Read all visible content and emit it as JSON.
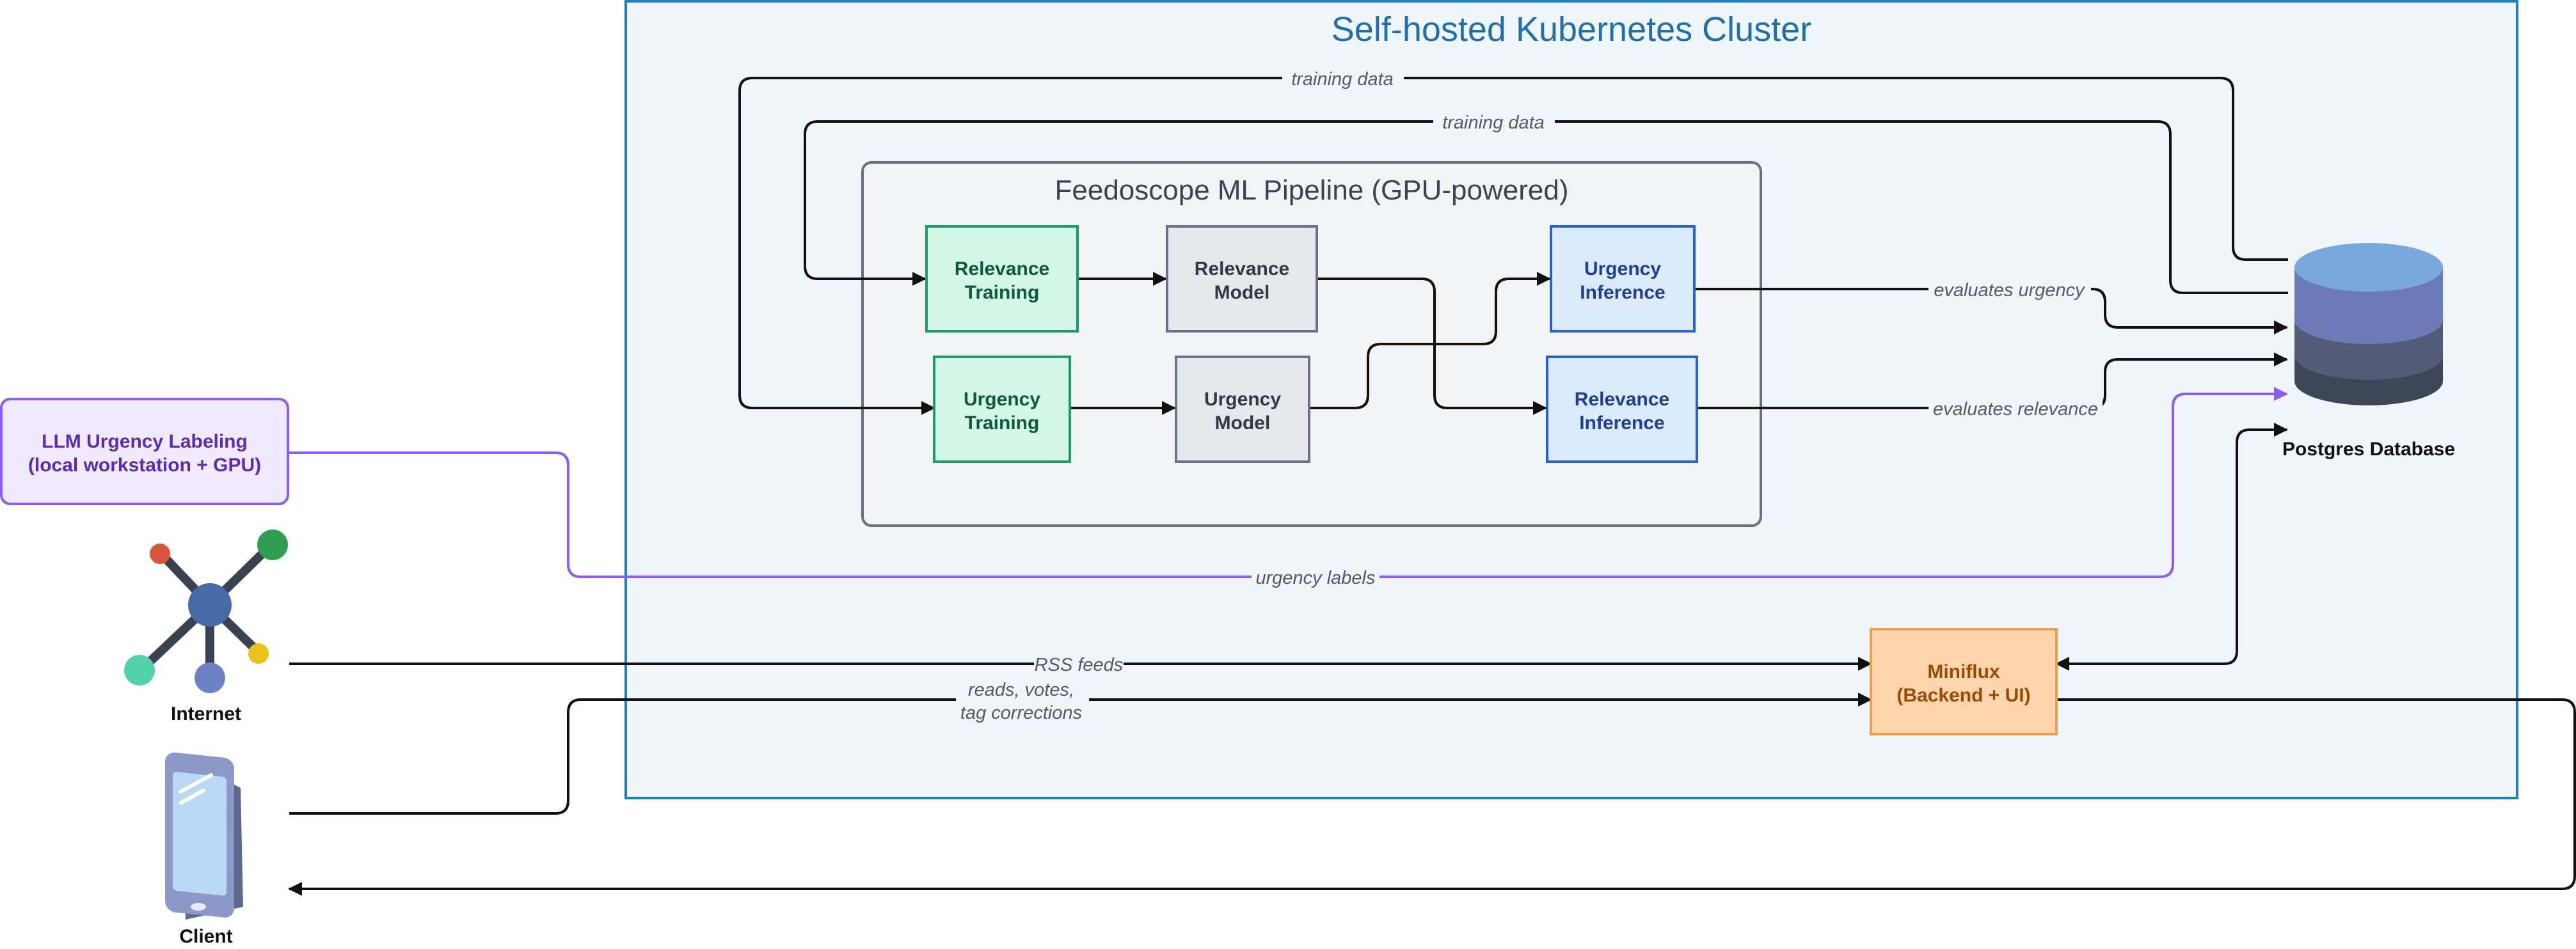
{
  "cluster": {
    "title": "Self-hosted Kubernetes Cluster"
  },
  "pipeline": {
    "title": "Feedoscope ML Pipeline (GPU-powered)"
  },
  "nodes": {
    "relevance_training": [
      "Relevance",
      "Training"
    ],
    "relevance_model": [
      "Relevance",
      "Model"
    ],
    "urgency_inference": [
      "Urgency",
      "Inference"
    ],
    "urgency_training": [
      "Urgency",
      "Training"
    ],
    "urgency_model": [
      "Urgency",
      "Model"
    ],
    "relevance_inference": [
      "Relevance",
      "Inference"
    ],
    "llm_labeling": [
      "LLM Urgency Labeling",
      "(local workstation + GPU)"
    ],
    "miniflux": [
      "Miniflux",
      "(Backend + UI)"
    ],
    "postgres": "Postgres Database",
    "internet": "Internet",
    "client": "Client"
  },
  "edge_labels": {
    "training_data_1": "training data",
    "training_data_2": "training data",
    "evaluates_urgency": "evaluates urgency",
    "evaluates_relevance": "evaluates relevance",
    "urgency_labels": "urgency labels",
    "rss_feeds": "RSS feeds",
    "reads_votes": [
      "reads, votes,",
      "tag corrections"
    ]
  },
  "icons": {
    "internet": "network-hub-icon",
    "client": "smartphone-icon",
    "postgres": "database-cylinder-icon"
  },
  "colors": {
    "cluster_fill": "#eef5fb",
    "cluster_stroke": "#1f7fb8",
    "pipeline_fill": "#f2f3f5",
    "pipeline_stroke": "#6b6f7a",
    "training_fill": "#d3f7e6",
    "training_stroke": "#1f9a6a",
    "training_text": "#0e5a3d",
    "model_fill": "#e6e7ea",
    "model_stroke": "#6d7280",
    "model_text": "#343846",
    "inference_fill": "#dceafd",
    "inference_stroke": "#2a62c9",
    "inference_text": "#1e3f96",
    "llm_fill": "#efeafd",
    "llm_stroke": "#8b5cf6",
    "llm_text": "#5b2bb5",
    "miniflux_fill": "#ffd5ad",
    "miniflux_stroke": "#f0a04b",
    "miniflux_text": "#9a4b06",
    "urgency_edge": "#8b5cf6"
  }
}
